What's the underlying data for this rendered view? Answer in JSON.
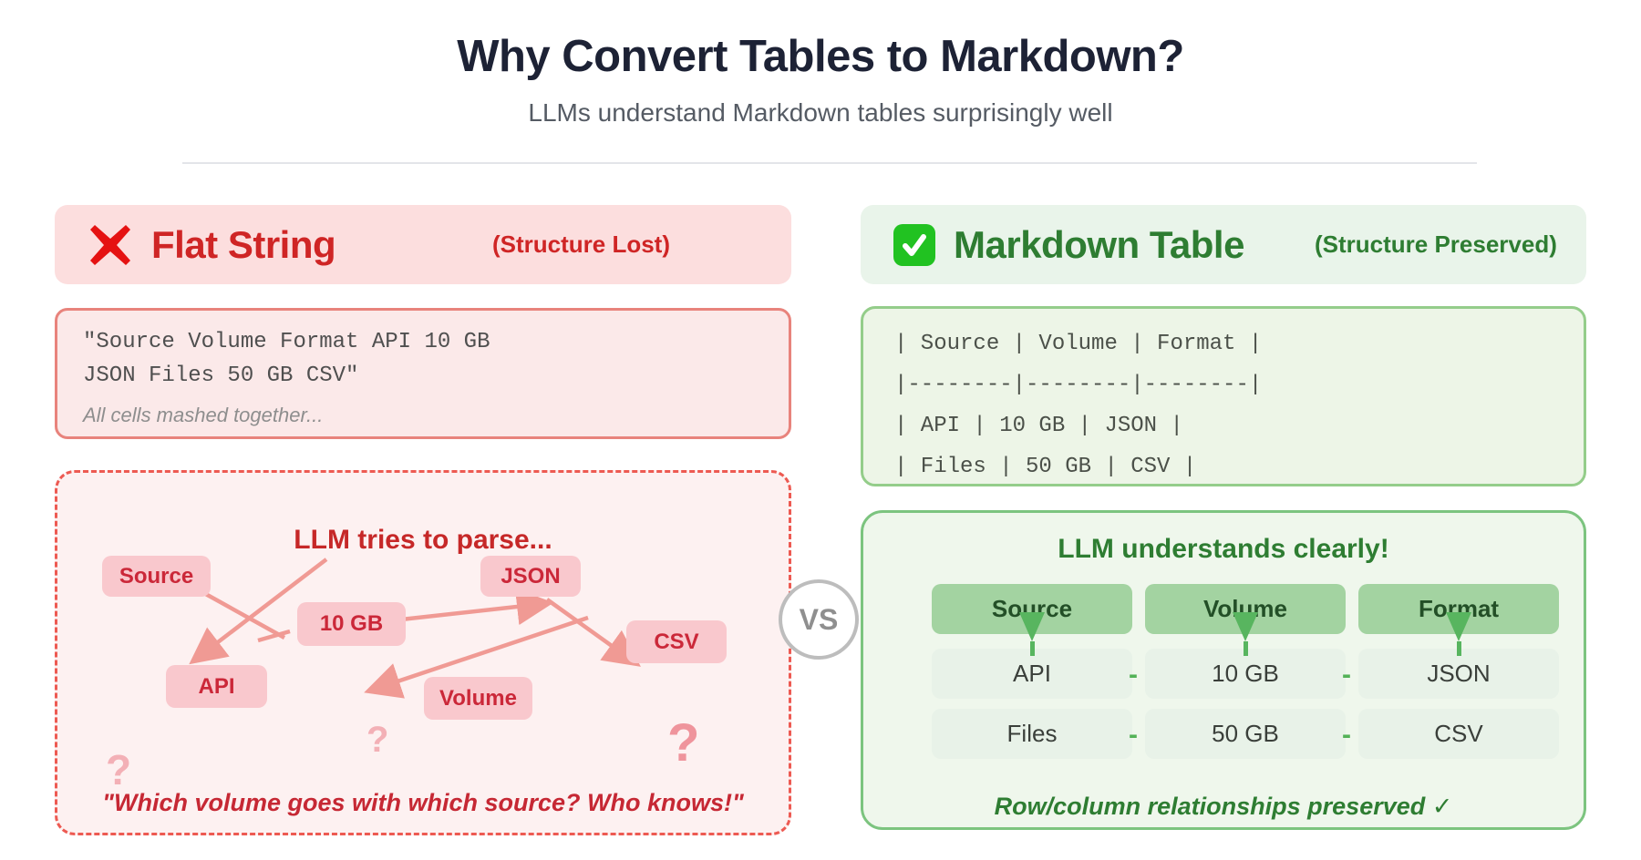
{
  "header": {
    "title": "Why Convert Tables to Markdown?",
    "subtitle": "LLMs understand Markdown tables surprisingly well"
  },
  "left": {
    "badge": {
      "title": "Flat String",
      "note": "(Structure Lost)",
      "icon": "x-cross"
    },
    "code": {
      "lines": [
        "\"Source Volume Format API 10 GB",
        "JSON Files 50 GB CSV\""
      ],
      "caption": "All cells mashed together..."
    },
    "parse": {
      "title": "LLM tries to parse...",
      "nodes": [
        "Source",
        "10 GB",
        "JSON",
        "CSV",
        "API",
        "Volume"
      ],
      "question_marks": [
        "?",
        "?",
        "?"
      ],
      "quote": "\"Which volume goes with which source? Who knows!\""
    }
  },
  "right": {
    "badge": {
      "title": "Markdown Table",
      "note": "(Structure Preserved)",
      "icon": "check-mark"
    },
    "code": {
      "lines": [
        "| Source | Volume | Format |",
        "|--------|--------|--------|",
        "| API | 10 GB | JSON |",
        "| Files | 50 GB | CSV |"
      ]
    },
    "table": {
      "title": "LLM understands clearly!",
      "headers": [
        "Source",
        "Volume",
        "Format"
      ],
      "rows": [
        [
          "API",
          "10 GB",
          "JSON"
        ],
        [
          "Files",
          "50 GB",
          "CSV"
        ]
      ],
      "separator": "-",
      "caption": "Row/column relationships preserved ✓"
    }
  },
  "vs": {
    "label": "VS"
  },
  "colors": {
    "accent_red": "#cf2525",
    "accent_green": "#2e7d32",
    "node_pink": "#f9c8cd",
    "arrow_pink": "#f09a94",
    "header_cell_green": "#a3d3a1",
    "title_navy": "#1d2235"
  }
}
